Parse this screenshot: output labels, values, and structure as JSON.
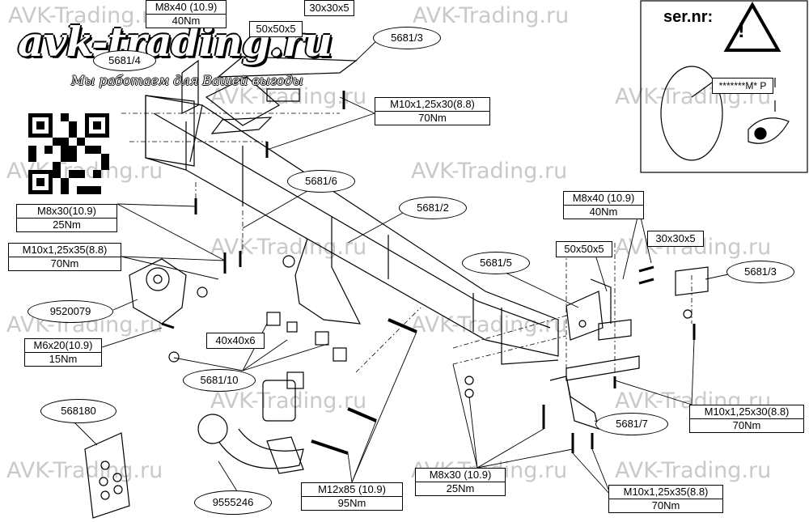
{
  "watermarks": [
    "AVK-Trading.ru",
    "AVK-Trading.ru",
    "AVK-Trading.ru",
    "AVK-Trading.ru",
    "AVK-Trading.ru",
    "AVK-Trading.ru",
    "AVK-Trading.ru",
    "AVK-Trading.ru",
    "AVK-Trading.ru",
    "AVK-Trading.ru",
    "AVK-Trading.ru",
    "AVK-Trading.ru",
    "AVK-Trading.ru",
    "AVK-Trading.ru",
    "AVK-Trading.ru"
  ],
  "logo": {
    "name": "avk-trading.ru",
    "slogan": "Мы работаем для Вашей выгоды"
  },
  "serial_panel": {
    "title": "ser.nr:",
    "plate_text": "*******M* P"
  },
  "torque_labels": {
    "top_m8x40": {
      "bolt": "M8x40 (10.9)",
      "torque": "40Nm"
    },
    "top_m10x30": {
      "bolt": "M10x1,25x30(8.8)",
      "torque": "70Nm"
    },
    "left_m8x30": {
      "bolt": "M8x30(10.9)",
      "torque": "25Nm"
    },
    "left_m10x35": {
      "bolt": "M10x1,25x35(8.8)",
      "torque": "70Nm"
    },
    "left_m6x20": {
      "bolt": "M6x20(10.9)",
      "torque": "15Nm"
    },
    "right_m8x40": {
      "bolt": "M8x40 (10.9)",
      "torque": "40Nm"
    },
    "right_m10x30": {
      "bolt": "M10x1,25x30(8.8)",
      "torque": "70Nm"
    },
    "bottom_m12x85": {
      "bolt": "M12x85 (10.9)",
      "torque": "95Nm"
    },
    "bottom_m8x30": {
      "bolt": "M8x30 (10.9)",
      "torque": "25Nm"
    },
    "bottom_m10x35": {
      "bolt": "M10x1,25x35(8.8)",
      "torque": "70Nm"
    }
  },
  "size_labels": {
    "top_30x30": "30x30x5",
    "top_50x50": "50x50x5",
    "right_50x50": "50x50x5",
    "right_30x30": "30x30x5",
    "left_40x40": "40x40x6"
  },
  "part_numbers": {
    "p5681_4": "5681/4",
    "p5681_3_top": "5681/3",
    "p5681_6": "5681/6",
    "p5681_2": "5681/2",
    "p5681_5": "5681/5",
    "p5681_3_right": "5681/3",
    "p9520079": "9520079",
    "p5681_10": "5681/10",
    "p568180": "568180",
    "p5681_7": "5681/7",
    "p9555246": "9555246"
  }
}
